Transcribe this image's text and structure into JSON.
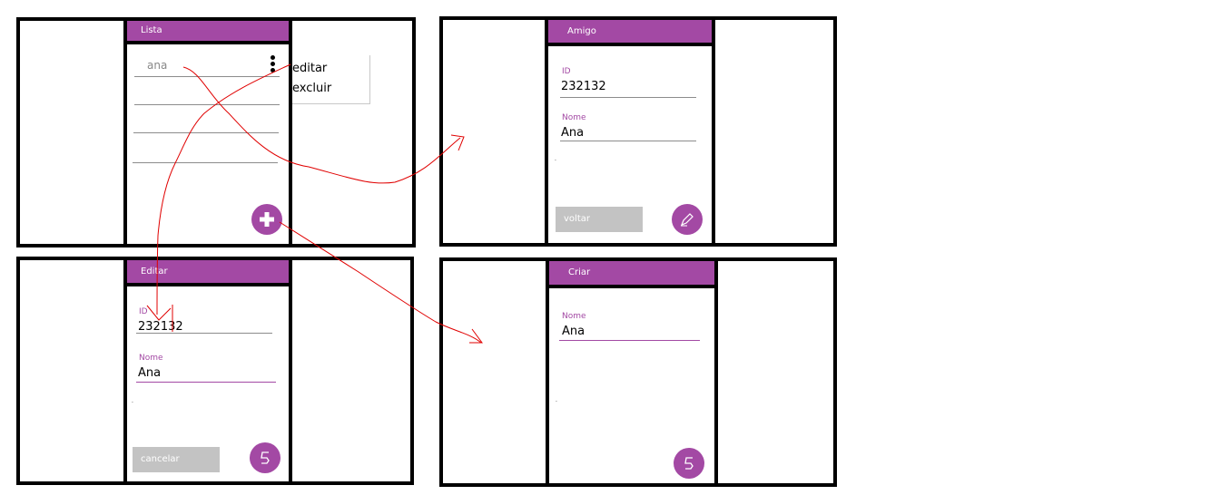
{
  "lista": {
    "title": "Lista",
    "items": [
      "ana",
      "",
      "",
      ""
    ],
    "menu": {
      "edit": "editar",
      "delete": "excluir"
    },
    "add_icon": "plus-icon"
  },
  "amigo": {
    "title": "Amigo",
    "id_label": "ID",
    "id_value": "232132",
    "name_label": "Nome",
    "name_value": "Ana",
    "back_button": "voltar",
    "edit_icon": "pencil-icon"
  },
  "editar": {
    "title": "Editar",
    "id_label": "ID",
    "id_value": "232132",
    "name_label": "Nome",
    "name_value": "Ana",
    "cancel_button": "cancelar",
    "save_icon": "save-icon"
  },
  "criar": {
    "title": "Criar",
    "name_label": "Nome",
    "name_value": "Ana",
    "save_icon": "save-icon"
  },
  "colors": {
    "accent": "#a349a4",
    "button_gray": "#c3c3c3",
    "arrow": "#e00000"
  }
}
